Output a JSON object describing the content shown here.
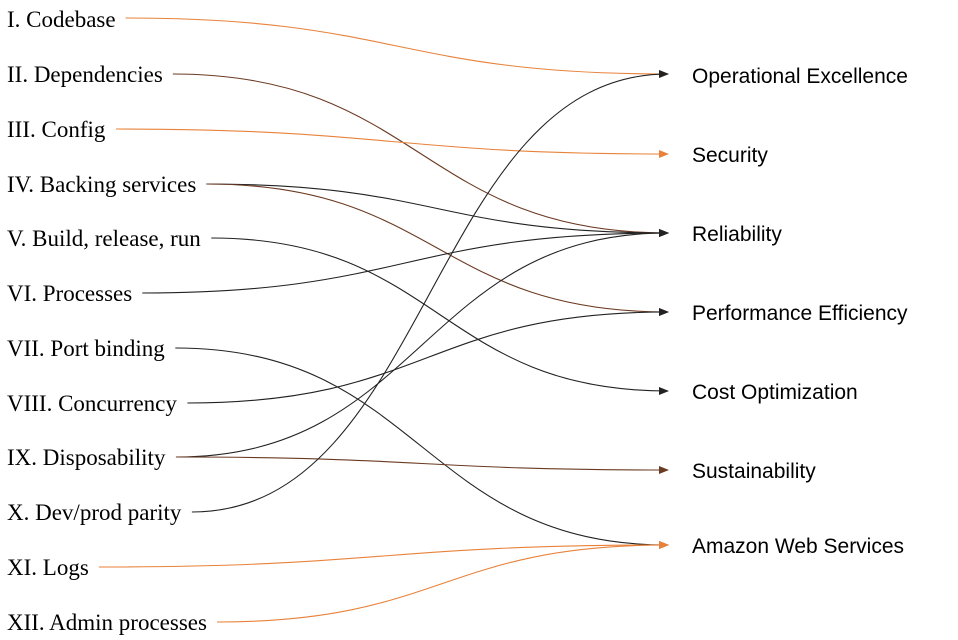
{
  "factors": [
    {
      "id": "codebase",
      "label": "I. Codebase"
    },
    {
      "id": "dependencies",
      "label": "II. Dependencies"
    },
    {
      "id": "config",
      "label": "III. Config"
    },
    {
      "id": "backing-services",
      "label": "IV. Backing services"
    },
    {
      "id": "build-release-run",
      "label": "V. Build, release, run"
    },
    {
      "id": "processes",
      "label": "VI. Processes"
    },
    {
      "id": "port-binding",
      "label": "VII. Port binding"
    },
    {
      "id": "concurrency",
      "label": "VIII. Concurrency"
    },
    {
      "id": "disposability",
      "label": "IX. Disposability"
    },
    {
      "id": "dev-prod-parity",
      "label": "X. Dev/prod parity"
    },
    {
      "id": "logs",
      "label": "XI. Logs"
    },
    {
      "id": "admin-processes",
      "label": "XII. Admin processes"
    }
  ],
  "pillars": [
    {
      "id": "operational-excellence",
      "label": "Operational Excellence"
    },
    {
      "id": "security",
      "label": "Security"
    },
    {
      "id": "reliability",
      "label": "Reliability"
    },
    {
      "id": "performance-efficiency",
      "label": "Performance Efficiency"
    },
    {
      "id": "cost-optimization",
      "label": "Cost Optimization"
    },
    {
      "id": "sustainability",
      "label": "Sustainability"
    },
    {
      "id": "amazon-web-services",
      "label": "Amazon Web Services"
    }
  ],
  "colors": {
    "orange": "#E8823A",
    "brown": "#6B3A22",
    "dark": "#222222"
  },
  "connections": [
    {
      "from": "codebase",
      "to": "operational-excellence",
      "color": "orange"
    },
    {
      "from": "dependencies",
      "to": "reliability",
      "color": "brown"
    },
    {
      "from": "config",
      "to": "security",
      "color": "orange"
    },
    {
      "from": "backing-services",
      "to": "reliability",
      "color": "dark"
    },
    {
      "from": "backing-services",
      "to": "performance-efficiency",
      "color": "brown"
    },
    {
      "from": "build-release-run",
      "to": "cost-optimization",
      "color": "dark"
    },
    {
      "from": "processes",
      "to": "reliability",
      "color": "dark"
    },
    {
      "from": "port-binding",
      "to": "amazon-web-services",
      "color": "dark"
    },
    {
      "from": "concurrency",
      "to": "performance-efficiency",
      "color": "dark"
    },
    {
      "from": "disposability",
      "to": "reliability",
      "color": "dark"
    },
    {
      "from": "disposability",
      "to": "sustainability",
      "color": "brown"
    },
    {
      "from": "dev-prod-parity",
      "to": "operational-excellence",
      "color": "dark"
    },
    {
      "from": "logs",
      "to": "amazon-web-services",
      "color": "orange"
    },
    {
      "from": "admin-processes",
      "to": "amazon-web-services",
      "color": "orange"
    }
  ]
}
